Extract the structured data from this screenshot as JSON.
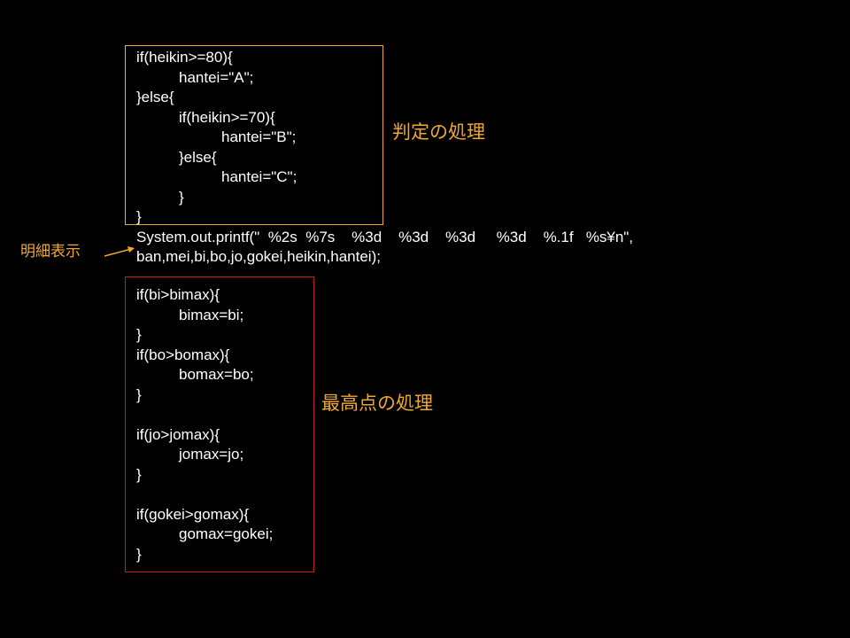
{
  "labels": {
    "hantei": "判定の処理",
    "meisai": "明細表示",
    "saikou": "最高点の処理"
  },
  "code": {
    "hantei_block": [
      "if(heikin>=80){",
      "hantei=\"A\";",
      "}else{",
      "if(heikin>=70){",
      "hantei=\"B\";",
      "}else{",
      "hantei=\"C\";",
      "}",
      "}"
    ],
    "printf": [
      "System.out.printf(\"  %2s  %7s    %3d    %3d    %3d     %3d    %.1f   %s¥n\",",
      "ban,mei,bi,bo,jo,gokei,heikin,hantei);"
    ],
    "max_block": [
      "if(bi>bimax){",
      "bimax=bi;",
      "}",
      "if(bo>bomax){",
      "bomax=bo;",
      "}",
      "if(jo>jomax){",
      "jomax=jo;",
      "}",
      "if(gokei>gomax){",
      "gomax=gokei;",
      "}"
    ]
  },
  "colors": {
    "background": "#000000",
    "code_text": "#ffffff",
    "label": "#f0a830",
    "hantei_box_border": "#f0a830",
    "saikou_box_border": "#c02020",
    "arrow": "#f0a830"
  }
}
